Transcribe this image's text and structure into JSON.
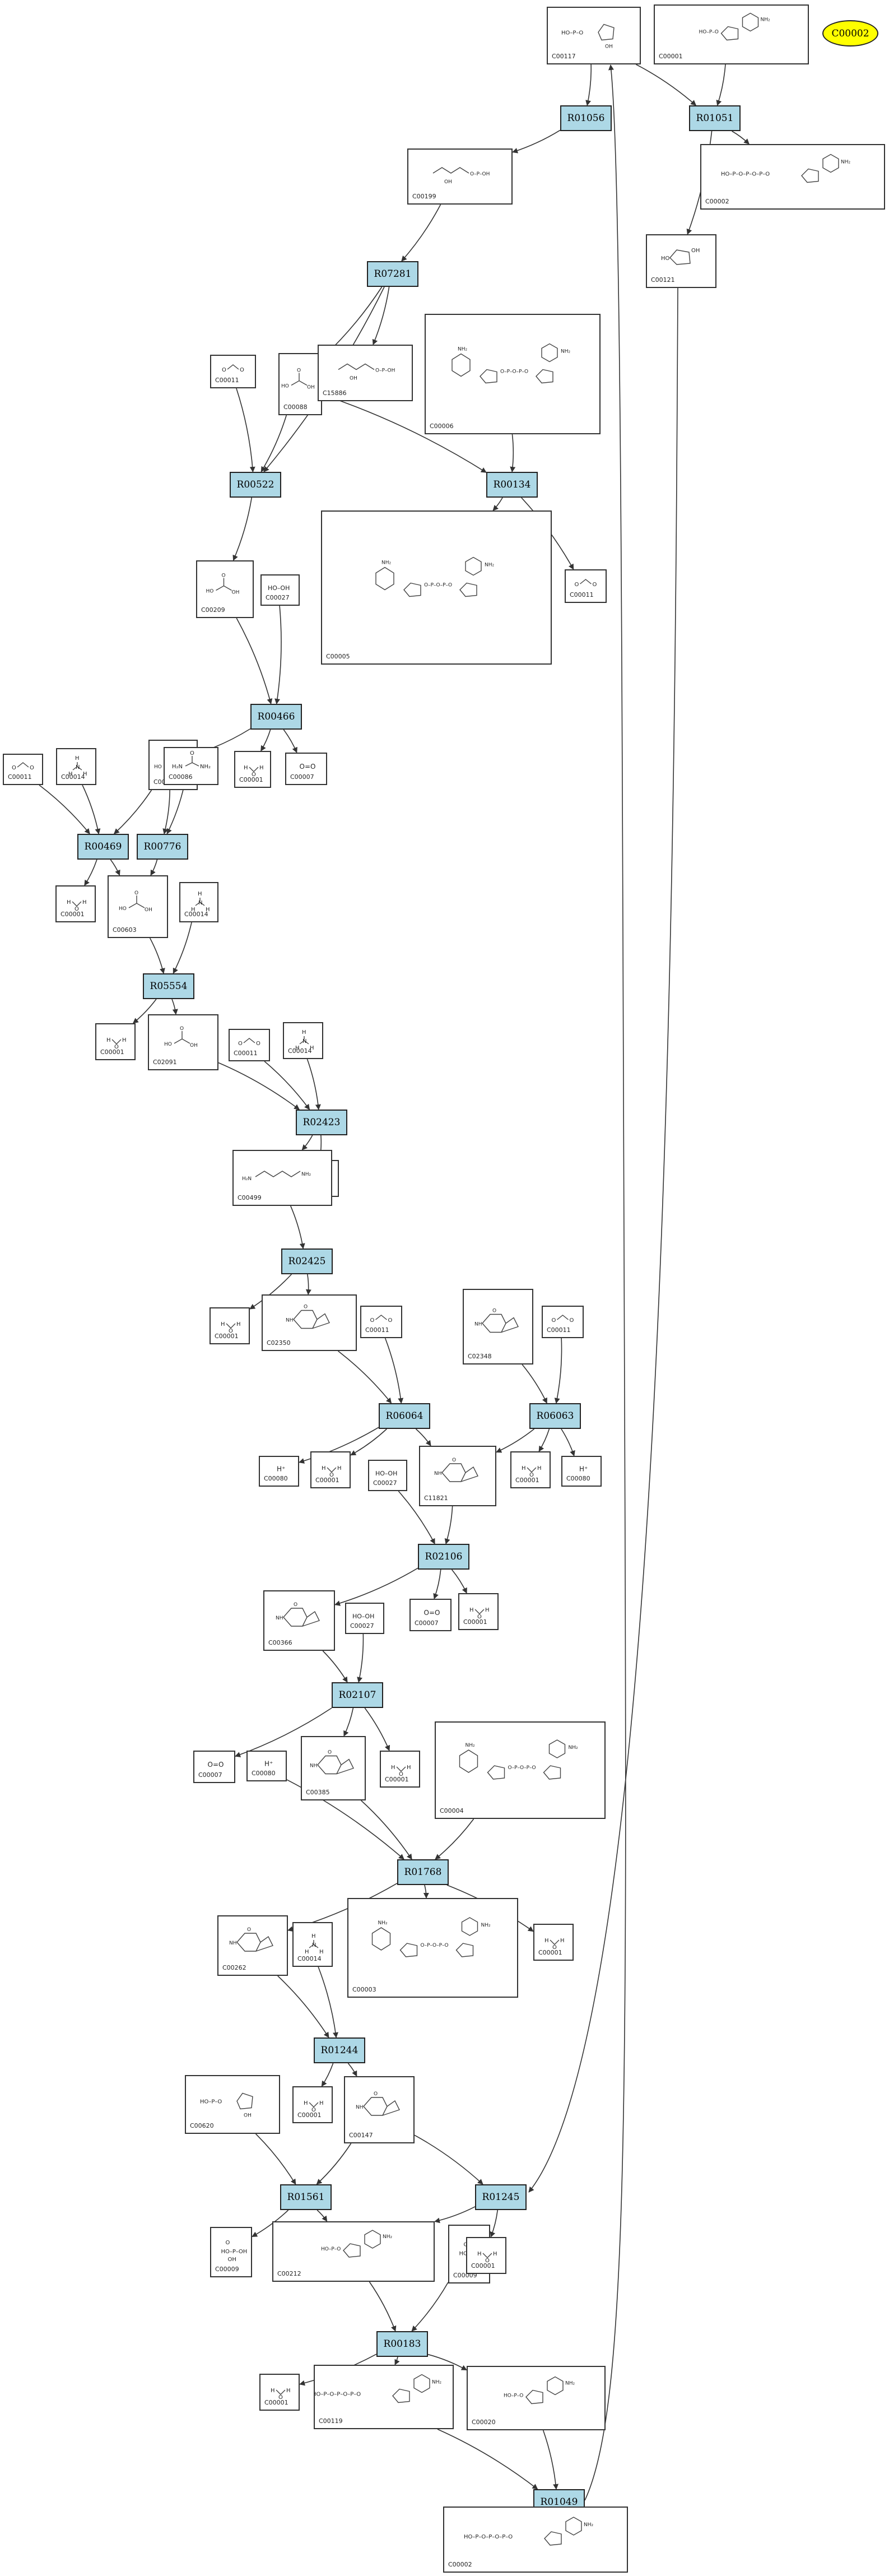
{
  "highlight": {
    "id": "hl",
    "label": "C00002",
    "color": "#ffff00"
  },
  "colors": {
    "reaction_fill": "#add8e6",
    "edge": "#333333"
  },
  "reactions": [
    {
      "id": "R01056",
      "label": "R01056"
    },
    {
      "id": "R01051",
      "label": "R01051"
    },
    {
      "id": "R07281",
      "label": "R07281"
    },
    {
      "id": "R00522",
      "label": "R00522"
    },
    {
      "id": "R00134",
      "label": "R00134"
    },
    {
      "id": "R00466",
      "label": "R00466"
    },
    {
      "id": "R00469",
      "label": "R00469"
    },
    {
      "id": "R00776",
      "label": "R00776"
    },
    {
      "id": "R05554",
      "label": "R05554"
    },
    {
      "id": "R02423",
      "label": "R02423"
    },
    {
      "id": "R02425",
      "label": "R02425"
    },
    {
      "id": "R06064",
      "label": "R06064"
    },
    {
      "id": "R06063",
      "label": "R06063"
    },
    {
      "id": "R02106",
      "label": "R02106"
    },
    {
      "id": "R02107",
      "label": "R02107"
    },
    {
      "id": "R01768",
      "label": "R01768"
    },
    {
      "id": "R01244",
      "label": "R01244"
    },
    {
      "id": "R01561",
      "label": "R01561"
    },
    {
      "id": "R01245",
      "label": "R01245"
    },
    {
      "id": "R00183",
      "label": "R00183"
    },
    {
      "id": "R01049",
      "label": "R01049"
    }
  ],
  "compounds": [
    {
      "id": "c117",
      "label": "C00117",
      "kind": "ring_p"
    },
    {
      "id": "c001a",
      "label": "C00001",
      "kind": "nuc"
    },
    {
      "id": "c199",
      "label": "C00199",
      "kind": "chain_p"
    },
    {
      "id": "c002a",
      "label": "C00002",
      "kind": "nuc_ppp"
    },
    {
      "id": "c121",
      "label": "C00121",
      "kind": "ring"
    },
    {
      "id": "c011a",
      "label": "C00011",
      "kind": "co2"
    },
    {
      "id": "c088",
      "label": "C00088",
      "kind": "small"
    },
    {
      "id": "c884",
      "label": "C15886",
      "kind": "chain_p"
    },
    {
      "id": "c006",
      "label": "C00006",
      "kind": "big"
    },
    {
      "id": "c011b",
      "label": "C00011",
      "kind": "co2"
    },
    {
      "id": "c209",
      "label": "C00209",
      "kind": "small"
    },
    {
      "id": "c027a",
      "label": "C00027",
      "kind": "hooh"
    },
    {
      "id": "c005",
      "label": "C00005",
      "kind": "big"
    },
    {
      "id": "c011c",
      "label": "C00011",
      "kind": "co2"
    },
    {
      "id": "c014a",
      "label": "C00014",
      "kind": "nh3"
    },
    {
      "id": "c048",
      "label": "C00048",
      "kind": "small"
    },
    {
      "id": "c086",
      "label": "C00086",
      "kind": "urea"
    },
    {
      "id": "c001b",
      "label": "C00001",
      "kind": "water"
    },
    {
      "id": "c007a",
      "label": "C00007",
      "kind": "o2"
    },
    {
      "id": "c001c",
      "label": "C00001",
      "kind": "water"
    },
    {
      "id": "c603",
      "label": "C00603",
      "kind": "small"
    },
    {
      "id": "c014b",
      "label": "C00014",
      "kind": "nh3"
    },
    {
      "id": "c001d",
      "label": "C00001",
      "kind": "water"
    },
    {
      "id": "c2091",
      "label": "C02091",
      "kind": "small"
    },
    {
      "id": "c011d",
      "label": "C00011",
      "kind": "co2"
    },
    {
      "id": "c014c",
      "label": "C00014",
      "kind": "nh3"
    },
    {
      "id": "c001e",
      "label": "C00001",
      "kind": "water"
    },
    {
      "id": "c499",
      "label": "C00499",
      "kind": "chain"
    },
    {
      "id": "c001f",
      "label": "C00001",
      "kind": "water"
    },
    {
      "id": "c2350",
      "label": "C02350",
      "kind": "ring2"
    },
    {
      "id": "c011e",
      "label": "C00011",
      "kind": "co2"
    },
    {
      "id": "c2348",
      "label": "C02348",
      "kind": "ring2"
    },
    {
      "id": "c011f",
      "label": "C00011",
      "kind": "co2"
    },
    {
      "id": "c080a",
      "label": "C00080",
      "kind": "hplus"
    },
    {
      "id": "c001g",
      "label": "C00001",
      "kind": "water"
    },
    {
      "id": "c11821",
      "label": "C11821",
      "kind": "ring2"
    },
    {
      "id": "c001h",
      "label": "C00001",
      "kind": "water"
    },
    {
      "id": "c080b",
      "label": "C00080",
      "kind": "hplus"
    },
    {
      "id": "c027b",
      "label": "C00027",
      "kind": "hooh"
    },
    {
      "id": "c366",
      "label": "C00366",
      "kind": "ring2"
    },
    {
      "id": "c027c",
      "label": "C00027",
      "kind": "hooh"
    },
    {
      "id": "c007b",
      "label": "C00007",
      "kind": "o2"
    },
    {
      "id": "c001i",
      "label": "C00001",
      "kind": "water"
    },
    {
      "id": "c007c",
      "label": "C00007",
      "kind": "o2"
    },
    {
      "id": "c080c",
      "label": "C00080",
      "kind": "hplus"
    },
    {
      "id": "c385",
      "label": "C00385",
      "kind": "ring2"
    },
    {
      "id": "c001j",
      "label": "C00001",
      "kind": "water"
    },
    {
      "id": "c004",
      "label": "C00004",
      "kind": "big"
    },
    {
      "id": "c262",
      "label": "C00262",
      "kind": "ring2"
    },
    {
      "id": "c014d",
      "label": "C00014",
      "kind": "nh3"
    },
    {
      "id": "c003",
      "label": "C00003",
      "kind": "big"
    },
    {
      "id": "c001k",
      "label": "C00001",
      "kind": "water"
    },
    {
      "id": "c620",
      "label": "C00620",
      "kind": "ring_p"
    },
    {
      "id": "c001l",
      "label": "C00001",
      "kind": "water"
    },
    {
      "id": "c147",
      "label": "C00147",
      "kind": "ring2"
    },
    {
      "id": "c009a",
      "label": "C00009",
      "kind": "pi"
    },
    {
      "id": "c212",
      "label": "C00212",
      "kind": "nuc"
    },
    {
      "id": "c009b",
      "label": "C00009",
      "kind": "pi"
    },
    {
      "id": "c001m",
      "label": "C00001",
      "kind": "water"
    },
    {
      "id": "c001n",
      "label": "C00001",
      "kind": "water"
    },
    {
      "id": "c119",
      "label": "C00119",
      "kind": "nuc_ppp"
    },
    {
      "id": "c020",
      "label": "C00020",
      "kind": "nuc"
    },
    {
      "id": "c002b",
      "label": "C00002",
      "kind": "nuc_ppp"
    }
  ]
}
